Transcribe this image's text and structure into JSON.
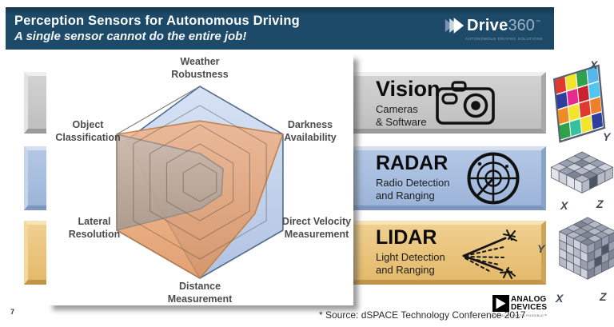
{
  "header": {
    "title": "Perception Sensors for Autonomous Driving",
    "subtitle": "A single sensor cannot do the entire job!",
    "brand": {
      "name_main": "Drive",
      "name_suffix": "360",
      "trademark": "™",
      "tagline": "AUTONOMOUS DRIVING SOLUTIONS"
    }
  },
  "sensors": [
    {
      "title": "Vision",
      "subtitle": [
        "Cameras",
        "& Software"
      ],
      "icon": "camera-icon",
      "bar_color": "#c7c7c7",
      "axis_letters": [
        "X",
        "Y"
      ]
    },
    {
      "title": "RADAR",
      "subtitle": [
        "Radio Detection",
        "and Ranging"
      ],
      "icon": "radar-scope-icon",
      "bar_color": "#a6bddf",
      "axis_letters": [
        "X",
        "Z"
      ]
    },
    {
      "title": "LIDAR",
      "subtitle": [
        "Light Detection",
        "and Ranging"
      ],
      "icon": "lidar-beams-icon",
      "bar_color": "#e9c27a",
      "axis_letters": [
        "Y",
        "X",
        "Z"
      ]
    }
  ],
  "chart_data": {
    "type": "radar",
    "grid": "hexagonal-rings",
    "legend": "none",
    "scale": {
      "min": 0,
      "max": 5,
      "rings": 5
    },
    "axes": [
      "Weather Robustness",
      "Darkness Availability",
      "Direct Velocity Measurement",
      "Distance Measurement",
      "Lateral Resolution",
      "Object Classification"
    ],
    "axis_label_lines": [
      [
        "Weather",
        "Robustness"
      ],
      [
        "Darkness",
        "Availability"
      ],
      [
        "Direct Velocity",
        "Measurement"
      ],
      [
        "Distance",
        "Measurement"
      ],
      [
        "Lateral",
        "Resolution"
      ],
      [
        "Object",
        "Classification"
      ]
    ],
    "series": [
      {
        "name": "RADAR",
        "fill_top": "#cfdcf2",
        "fill_bottom": "#9fb6dd",
        "stroke": "#3f618e",
        "values": [
          5,
          5,
          5,
          5,
          2.5,
          4.4
        ]
      },
      {
        "name": "LIDAR",
        "fill_top": "#f0b287",
        "fill_bottom": "#dc8e54",
        "stroke": "#c07a43",
        "values": [
          3.2,
          5,
          3.3,
          5,
          5,
          5
        ]
      },
      {
        "name": "Vision",
        "fill_top": "#c6bcb4",
        "fill_bottom": "#a29890",
        "stroke": "#958c84",
        "values": [
          1.5,
          1.4,
          1.3,
          1.4,
          5,
          5
        ]
      }
    ]
  },
  "pointclouds": {
    "vision_grid_colors": [
      [
        "#e0392e",
        "#f3e52c",
        "#2fa14c",
        "#55b8e8"
      ],
      [
        "#2e3e9e",
        "#e62a8f",
        "#c8232e",
        "#4ec6f0"
      ],
      [
        "#f08c26",
        "#f3e52c",
        "#e0392e",
        "#ef7f2a"
      ],
      [
        "#2fa14c",
        "#35c0a0",
        "#f3e52c",
        "#2e3e9e"
      ]
    ],
    "gray_palette": [
      "#ced1d9",
      "#b6bac5",
      "#999fad",
      "#7e8595"
    ],
    "dark_cell": "#4f5565",
    "outline": "#5a6072",
    "label_color": "#3f4756"
  },
  "footer": {
    "page_number": "7",
    "source": "* Source: dSPACE Technology Conference 2017",
    "adi_name_line1": "ANALOG",
    "adi_name_line2": "DEVICES",
    "adi_tagline": "AHEAD OF WHAT'S POSSIBLE™"
  }
}
